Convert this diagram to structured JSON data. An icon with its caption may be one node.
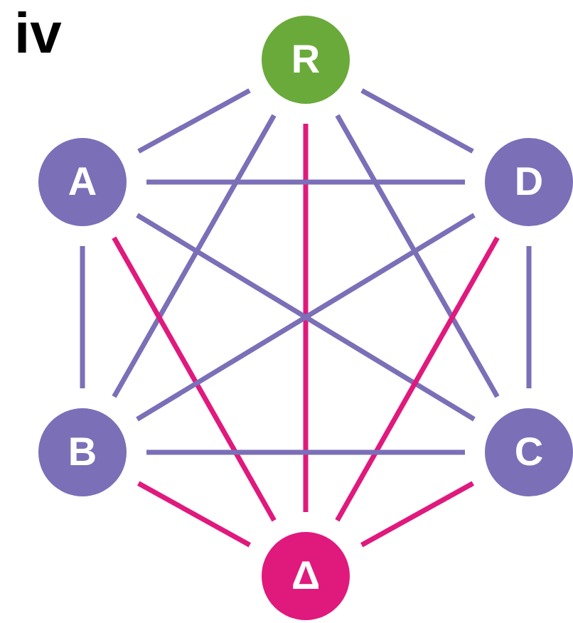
{
  "diagram": {
    "nodes": [
      {
        "text": [
          "R"
        ]
      },
      {
        "text": [
          "A"
        ]
      },
      {
        "text": [
          "D"
        ]
      },
      {
        "text": [
          "B"
        ]
      },
      {
        "text": [
          "C"
        ]
      },
      {
        "text": [
          "Δ"
        ]
      }
    ],
    "edges": [
      {
        "from": 0,
        "to": 1,
        "arrow": "none"
      },
      {
        "from": 0,
        "to": 2,
        "arrow": "none"
      },
      {
        "from": 0,
        "to": 3,
        "arrow": "none"
      },
      {
        "from": 0,
        "to": 4,
        "arrow": "none"
      },
      {
        "from": 0,
        "to": 5,
        "arrow": "none",
        "color": "#e0197d"
      },
      {
        "from": 1,
        "to": 2,
        "arrow": "none"
      },
      {
        "from": 1,
        "to": 4,
        "arrow": "none"
      },
      {
        "from": 1,
        "to": 3,
        "arrow": "none"
      },
      {
        "from": 1,
        "to": 5,
        "arrow": "none",
        "color": "#e0197d"
      },
      {
        "from": 2,
        "to": 3,
        "arrow": "none"
      },
      {
        "from": 2,
        "to": 4,
        "arrow": "none"
      },
      {
        "from": 2,
        "to": 5,
        "arrow": "none",
        "color": "#e0197d"
      },
      {
        "from": 3,
        "to": 4,
        "arrow": "none"
      },
      {
        "from": 3,
        "to": 5,
        "arrow": "none",
        "color": "#e0197d"
      },
      {
        "from": 4,
        "to": 5,
        "arrow": "none",
        "color": "#e0197d"
      }
    ],
    "labels": [
      "iv"
    ]
  }
}
